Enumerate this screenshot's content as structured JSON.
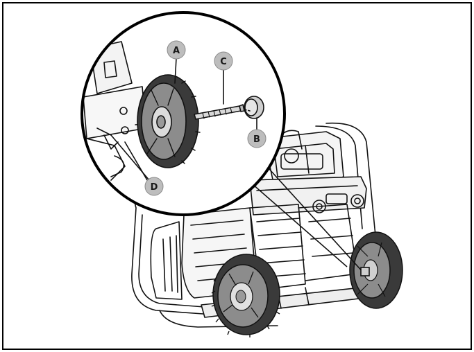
{
  "figure": {
    "description_role": "wheel-installation-illustration",
    "callouts": [
      {
        "id": "a",
        "label": "A"
      },
      {
        "id": "b",
        "label": "B"
      },
      {
        "id": "c",
        "label": "C"
      },
      {
        "id": "d",
        "label": "D"
      }
    ],
    "colors": {
      "frame_border": "#000000",
      "callout_fill": "#bdbdbd",
      "callout_text": "#1a1a1a",
      "tire_fill": "#3a3a3a",
      "hub_fill": "#8c8c8c",
      "line": "#111111"
    }
  }
}
